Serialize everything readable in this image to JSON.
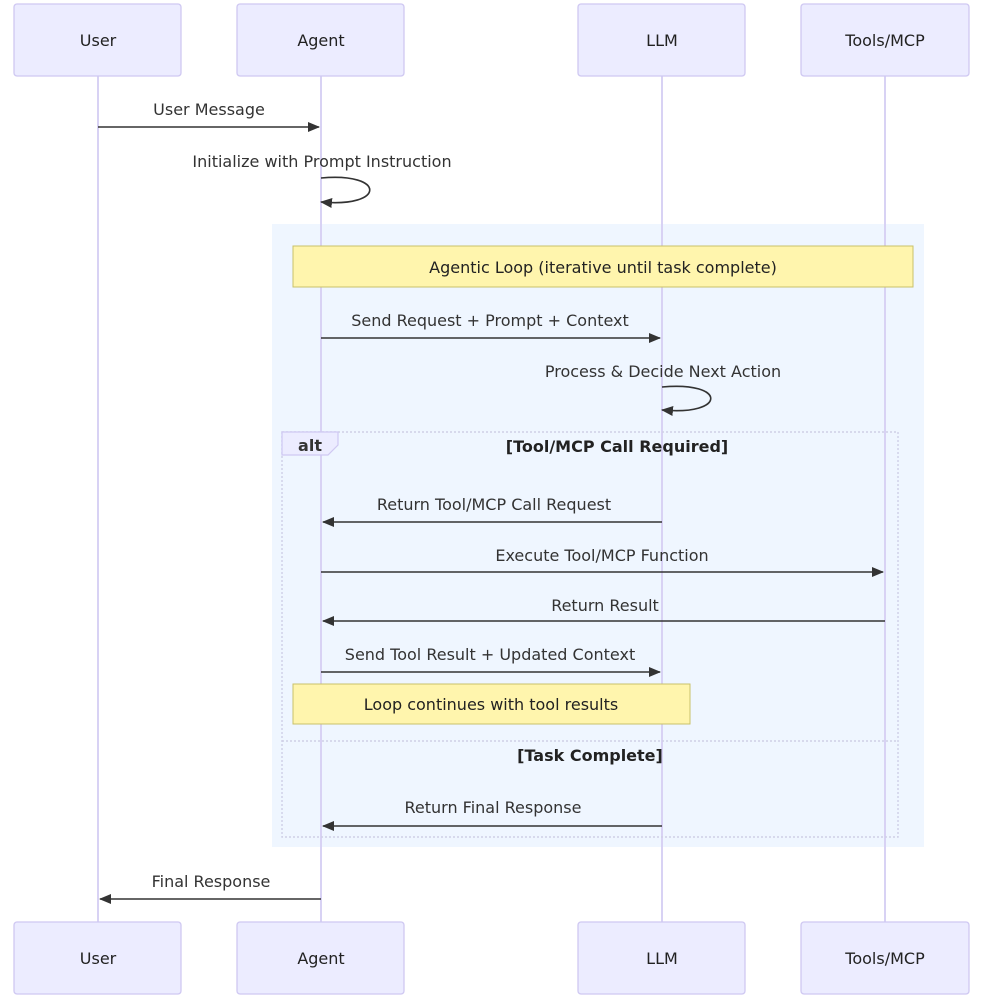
{
  "diagram": {
    "actors": [
      {
        "id": "user",
        "label": "User"
      },
      {
        "id": "agent",
        "label": "Agent"
      },
      {
        "id": "llm",
        "label": "LLM"
      },
      {
        "id": "tools",
        "label": "Tools/MCP"
      }
    ],
    "messages": [
      {
        "from": "user",
        "to": "agent",
        "label": "User Message"
      },
      {
        "from": "agent",
        "to": "agent",
        "label": "Initialize with Prompt Instruction"
      },
      {
        "from": "agent",
        "to": "llm",
        "label": "Send Request + Prompt + Context"
      },
      {
        "from": "llm",
        "to": "llm",
        "label": "Process & Decide Next Action"
      },
      {
        "from": "llm",
        "to": "agent",
        "label": "Return Tool/MCP Call Request"
      },
      {
        "from": "agent",
        "to": "tools",
        "label": "Execute Tool/MCP Function"
      },
      {
        "from": "tools",
        "to": "agent",
        "label": "Return Result"
      },
      {
        "from": "agent",
        "to": "llm",
        "label": "Send Tool Result + Updated Context"
      },
      {
        "from": "llm",
        "to": "agent",
        "label": "Return Final Response"
      },
      {
        "from": "agent",
        "to": "user",
        "label": "Final Response"
      }
    ],
    "notes": {
      "loop": "Agentic Loop (iterative until task complete)",
      "continue": "Loop continues with tool results"
    },
    "alt": {
      "keyword": "alt",
      "condition_1": "[Tool/MCP Call Required]",
      "condition_2": "[Task Complete]"
    }
  }
}
